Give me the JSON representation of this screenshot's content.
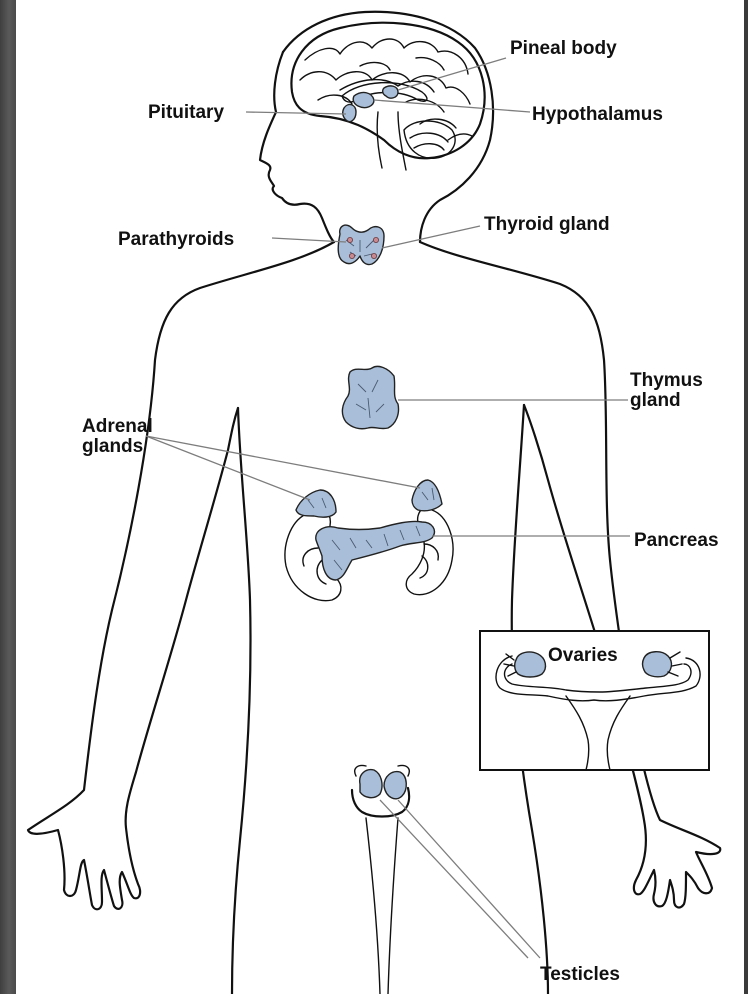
{
  "labels": {
    "pineal_body": "Pineal body",
    "pituitary": "Pituitary",
    "hypothalamus": "Hypothalamus",
    "parathyroids": "Parathyroids",
    "thyroid_gland": "Thyroid gland",
    "thymus_gland_line1": "Thymus",
    "thymus_gland_line2": "gland",
    "adrenal_glands_line1": "Adrenal",
    "adrenal_glands_line2": "glands",
    "pancreas": "Pancreas",
    "ovaries": "Ovaries",
    "testicles": "Testicles"
  },
  "colors": {
    "gland_fill": "#a9bfd9",
    "outline": "#111111",
    "leader": "#7d7d7d",
    "background": "#3d3d3d",
    "panel": "#ffffff"
  }
}
